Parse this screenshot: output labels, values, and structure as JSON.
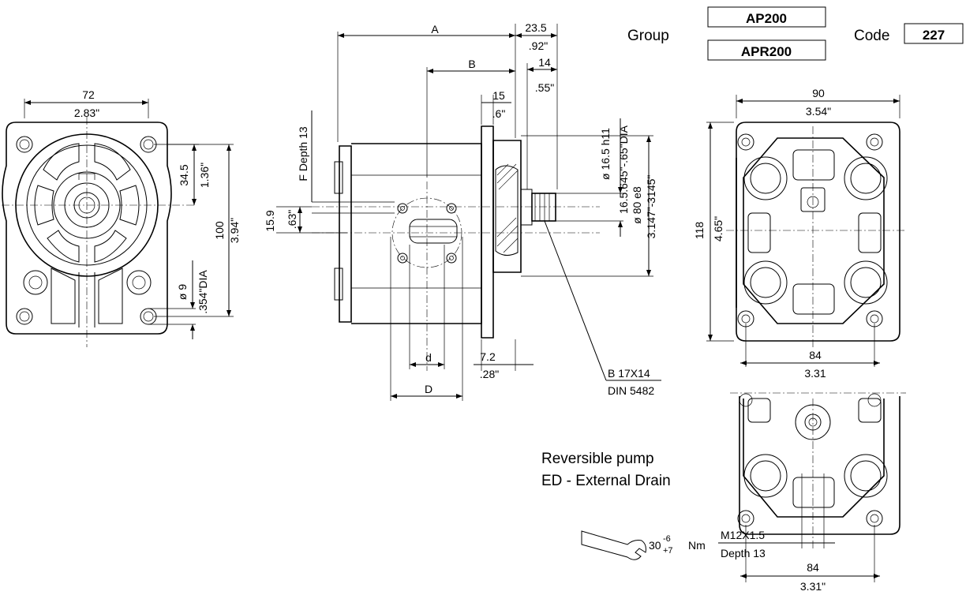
{
  "header": {
    "group_label": "Group",
    "group_values": [
      "AP200",
      "APR200"
    ],
    "code_label": "Code",
    "code_value": "227"
  },
  "front_view": {
    "width_mm": "72",
    "width_in": "2.83\"",
    "height_half_mm": "34.5",
    "height_half_in": "1.36\"",
    "height_mm": "100",
    "height_in": "3.94\"",
    "hole_dia_mm": "ø 9",
    "hole_dia_in": ".354\"DIA"
  },
  "side_view": {
    "dim_A": "A",
    "dim_B": "B",
    "shaft_len_mm": "23.5",
    "shaft_len_in": ".92\"",
    "spline_len_mm": "14",
    "spline_len_in": ".55\"",
    "flange_mm": "15",
    "flange_in": ".6\"",
    "port_thread": "F Depth 13",
    "port_offset_mm": "15.9",
    "port_offset_in": ".63\"",
    "shaft_dia_mm": "ø 16.5 h11",
    "shaft_dia_in": "16.5.645\"-.65\"DIA",
    "pilot_dia_mm": "ø 80 e8",
    "pilot_dia_in": "3.147\"-3145\"",
    "flange_thk_mm": "7.2",
    "flange_thk_in": ".28\"",
    "port_small": "d",
    "port_large": "D",
    "spline_spec": "B 17X14",
    "spline_std": "DIN 5482"
  },
  "rear_view": {
    "width_mm": "90",
    "width_in": "3.54\"",
    "height_mm": "118",
    "height_in": "4.65\"",
    "bolt_mm": "84",
    "bolt_in": "3.31"
  },
  "drain_view": {
    "title_line1": "Reversible pump",
    "title_line2": "ED - External Drain",
    "torque_base": "30",
    "torque_minus": "-6",
    "torque_plus": "+7",
    "torque_unit": "Nm",
    "drain_thread": "M12X1.5",
    "drain_depth": "Depth 13",
    "bolt_mm": "84",
    "bolt_in": "3.31\""
  },
  "icons": [
    "wrench-icon"
  ]
}
